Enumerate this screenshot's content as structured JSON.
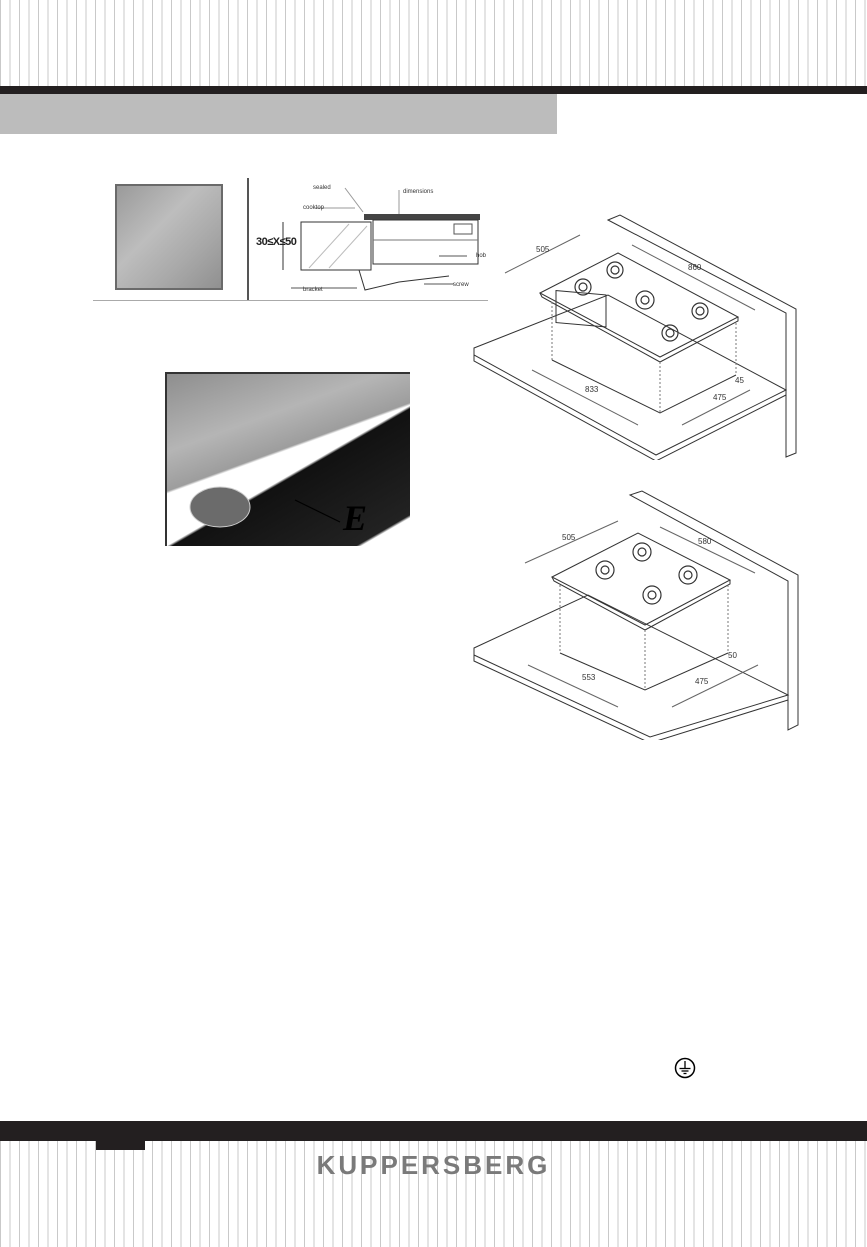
{
  "header": {
    "section_title": "",
    "colors": {
      "dark_bar": "#231f20",
      "section_bar": "#bcbcbc",
      "stripe": "#c9c9c9"
    }
  },
  "figures": {
    "install_section": {
      "dimension_range": "30≤X≤50",
      "labels": {
        "sealed": "sealed",
        "dimensions": "dimensions",
        "cooktop": "cooktop",
        "hob": "hob",
        "bracket": "bracket",
        "screw": "screw"
      }
    },
    "seal_detail": {
      "callout_letter": "E"
    },
    "hob_large": {
      "depth": "505",
      "width": "860",
      "cutout_width": "833",
      "cutout_depth": "475",
      "back_gap": "45",
      "burners": 5
    },
    "hob_small": {
      "depth": "505",
      "width": "580",
      "cutout_width": "553",
      "cutout_depth": "475",
      "back_gap": "50",
      "burners": 4
    }
  },
  "symbols": {
    "ground": "protective-earth-symbol"
  },
  "footer": {
    "brand": "KUPPERSBERG",
    "brand_color": "#7a7a7a"
  }
}
